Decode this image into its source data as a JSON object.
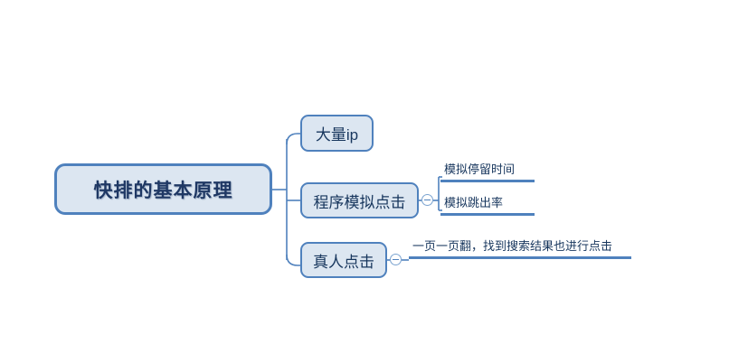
{
  "diagram": {
    "type": "mindmap",
    "title": "快排的基本原理",
    "colors": {
      "node_fill": "#dce6f1",
      "node_border": "#4f81bd",
      "connector": "#4f81bd",
      "text": "#17365d",
      "background": "#ffffff"
    },
    "root": {
      "label": "快排的基本原理"
    },
    "branches": [
      {
        "label": "大量ip",
        "toggle": null,
        "children": []
      },
      {
        "label": "程序模拟点击",
        "toggle": "collapse-minus",
        "children": [
          {
            "label": "模拟停留时间"
          },
          {
            "label": "模拟跳出率"
          }
        ]
      },
      {
        "label": "真人点击",
        "toggle": "collapse-minus",
        "children": [
          {
            "label": "一页一页翻，找到搜索结果也进行点击"
          }
        ]
      }
    ]
  }
}
